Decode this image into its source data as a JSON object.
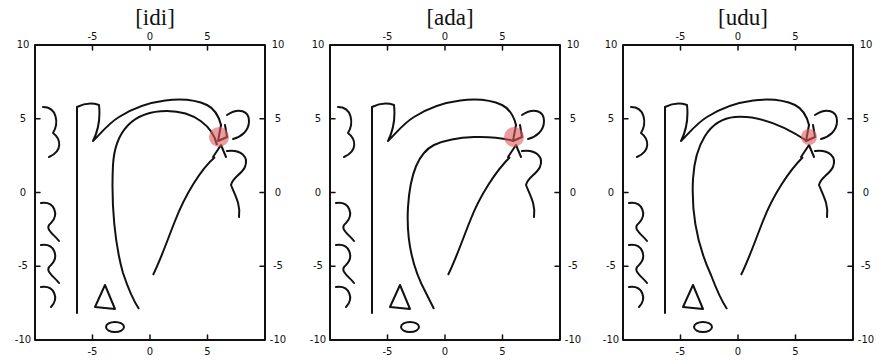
{
  "diagram": {
    "labels": [
      "[idi]",
      "-5",
      "0",
      "5",
      "10",
      "5",
      "0",
      "-5",
      "-10",
      "10",
      "5",
      "0",
      "-5",
      "-10",
      "-5",
      "0",
      "5",
      "[ada]",
      "-5",
      "0",
      "5",
      "10",
      "5",
      "0",
      "-5",
      "-10",
      "10",
      "5",
      "0",
      "-5",
      "-10",
      "-5",
      "0",
      "5",
      "[udu]",
      "-5",
      "0",
      "5",
      "10",
      "5",
      "0",
      "-5",
      "-10",
      "10",
      "5",
      "0",
      "-5",
      "-10",
      "-5",
      "0",
      "5"
    ]
  }
}
